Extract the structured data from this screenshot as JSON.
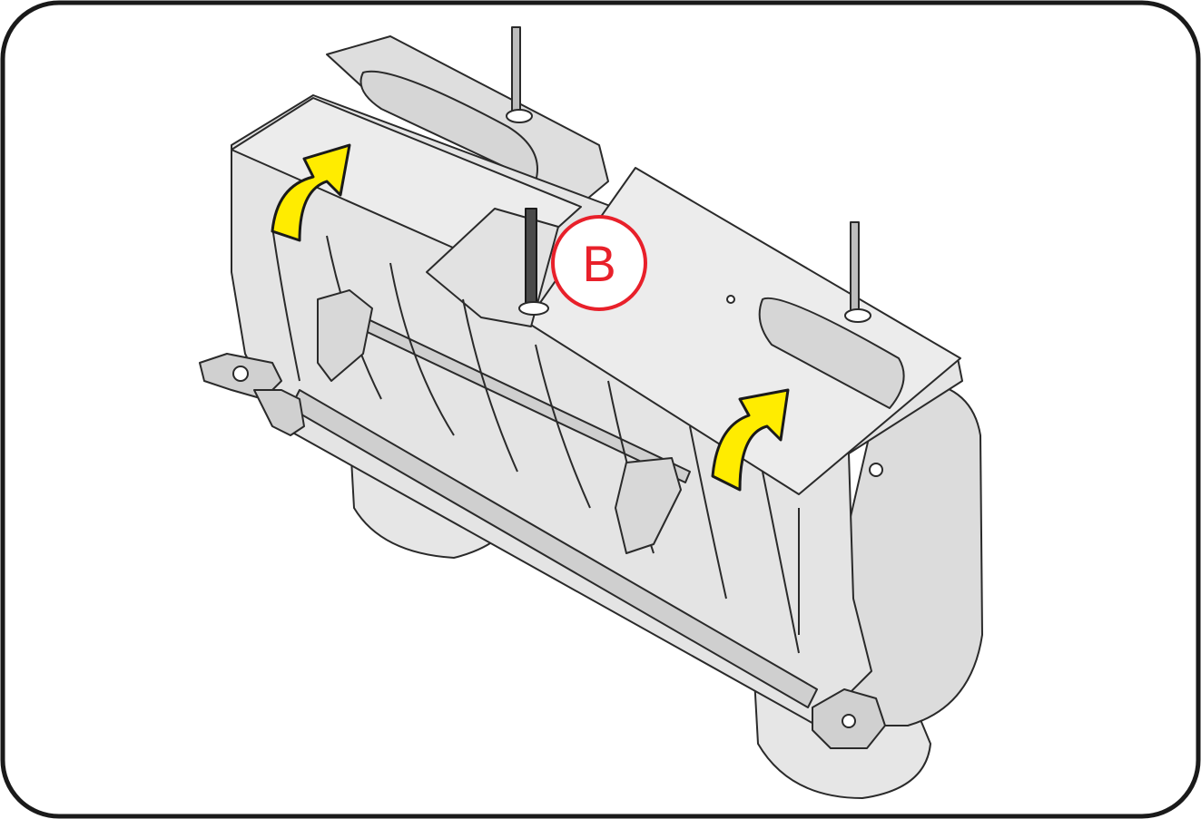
{
  "callouts": [
    {
      "id": "B",
      "label": "B",
      "color": "#e8202a"
    }
  ],
  "colors": {
    "border": "#1a1a1a",
    "part_fill": "#e6e6e6",
    "part_fill_dark": "#d2d2d2",
    "part_stroke": "#2a2a2a",
    "arrow_fill": "#ffec00",
    "arrow_stroke": "#1a1a1a",
    "callout": "#e8202a"
  },
  "icons": {
    "arrow": "curved-up-arrow-icon",
    "callout": "circled-letter-callout"
  }
}
